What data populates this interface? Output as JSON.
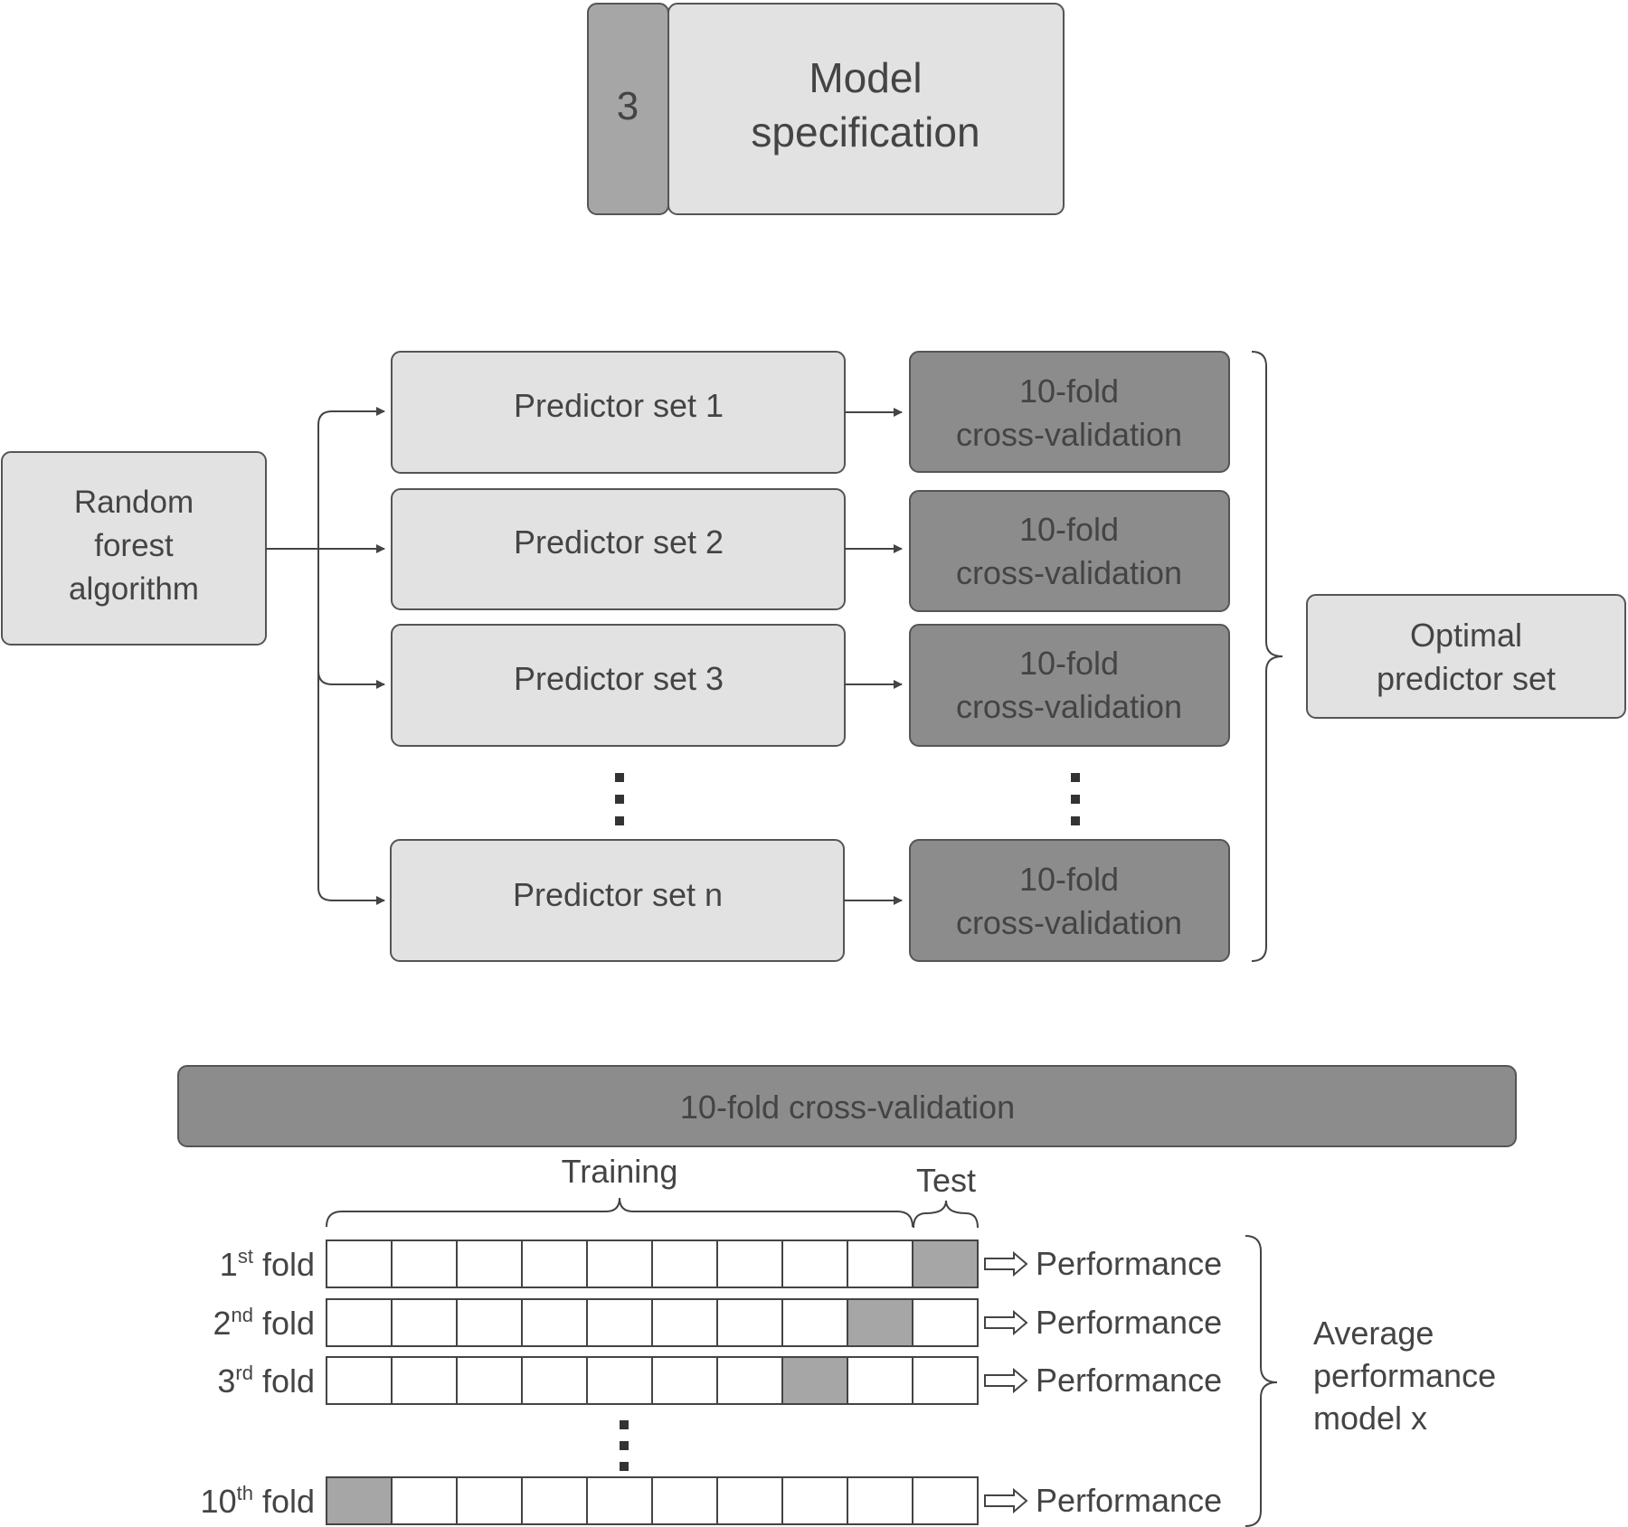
{
  "header": {
    "step_number": "3",
    "title_line1": "Model",
    "title_line2": "specification"
  },
  "algorithm": {
    "line1": "Random",
    "line2": "forest",
    "line3": "algorithm"
  },
  "predictor_sets": [
    {
      "label": "Predictor set 1",
      "cv_line1": "10-fold",
      "cv_line2": "cross-validation"
    },
    {
      "label": "Predictor set 2",
      "cv_line1": "10-fold",
      "cv_line2": "cross-validation"
    },
    {
      "label": "Predictor set 3",
      "cv_line1": "10-fold",
      "cv_line2": "cross-validation"
    },
    {
      "label": "Predictor set n",
      "cv_line1": "10-fold",
      "cv_line2": "cross-validation"
    }
  ],
  "optimal": {
    "line1": "Optimal",
    "line2": "predictor set"
  },
  "cv_section": {
    "banner": "10-fold cross-validation",
    "training_label": "Training",
    "test_label": "Test",
    "folds": [
      {
        "ord": "1",
        "suffix": "st",
        "word": "fold",
        "performance": "Performance"
      },
      {
        "ord": "2",
        "suffix": "nd",
        "word": "fold",
        "performance": "Performance"
      },
      {
        "ord": "3",
        "suffix": "rd",
        "word": "fold",
        "performance": "Performance"
      },
      {
        "ord": "10",
        "suffix": "th",
        "word": "fold",
        "performance": "Performance"
      }
    ],
    "average_line1": "Average",
    "average_line2": "performance",
    "average_line3": "model x"
  },
  "colors": {
    "light_box": "#e2e2e2",
    "dark_box": "#8c8c8c",
    "border": "#555555",
    "text": "#444444",
    "test_cell": "#a6a6a6"
  }
}
